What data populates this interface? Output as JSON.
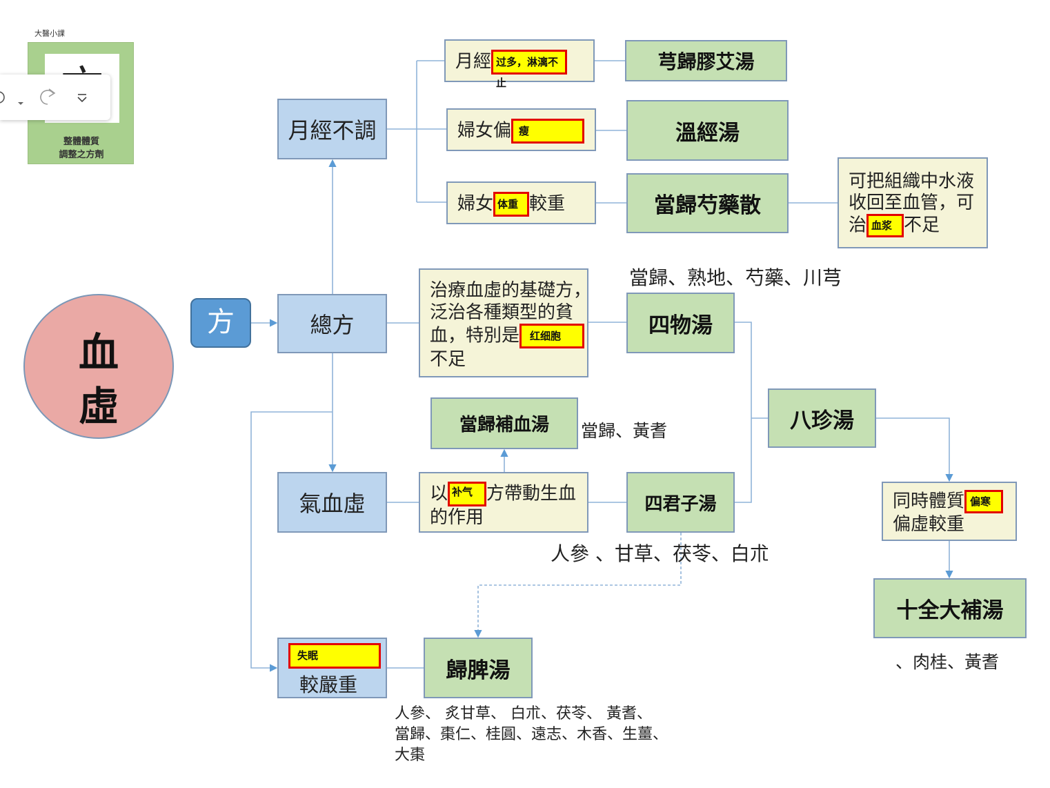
{
  "logo": {
    "brand": "大醫小課",
    "glyph": "方",
    "caption_line1": "整體體質",
    "caption_line2": "調整之方劑"
  },
  "toolbar": {
    "undo_icon": "undo-icon",
    "redo_icon": "redo-icon",
    "more_icon": "chevron-down-icon"
  },
  "main_circle": {
    "line1": "血",
    "line2": "虛"
  },
  "fang_label": "方",
  "nodes": {
    "yuejing_butiao": "月經不調",
    "zongfang": "總方",
    "qixuexu": "氣血虛",
    "insomnia_mark": "失眠",
    "insomnia_text": "較嚴重"
  },
  "conditions": {
    "c1_pre": "月經",
    "c1_mark": "过多，淋漓不止",
    "c2_pre": "婦女偏",
    "c2_mark": "瘦",
    "c3_pre": "婦女",
    "c3_mark": "体重",
    "c3_post": "較重"
  },
  "formulas": {
    "xiong_gui_jiao_ai": "芎歸膠艾湯",
    "wen_jing": "溫經湯",
    "dang_gui_shao_yao": "當歸芍藥散",
    "si_wu": "四物湯",
    "dang_gui_bu_xue": "當歸補血湯",
    "ba_zhen": "八珍湯",
    "si_jun_zi": "四君子湯",
    "shi_quan_da_bu": "十全大補湯",
    "gui_pi": "歸脾湯"
  },
  "desc_shuiye": {
    "line1": "可把組織中水液",
    "line2": "收回至血管，可",
    "line3_pre": "治",
    "line3_mark": "血浆",
    "line3_post": "不足"
  },
  "desc_siwu": {
    "line1": "治療血虛的基礎方，",
    "line2": "泛治各種類型的貧",
    "line3_pre": "血，特別是",
    "line3_mark": "红细胞",
    "line4": "不足"
  },
  "desc_buqi": {
    "pre": "以",
    "mark": "补气",
    "post": "方帶動生血",
    "line2": "的作用"
  },
  "desc_pianhan": {
    "pre": "同時體質",
    "mark": "偏寒",
    "line2": "偏虛較重"
  },
  "herbs": {
    "si_wu": "當歸、熟地、芍藥、川芎",
    "dang_gui_bu_xue": "當歸、黃耆",
    "si_jun_zi": "人參 、甘草、茯苓、白朮",
    "shi_quan": "、肉桂、黃耆",
    "gui_pi_line1": "人參、 炙甘草、 白朮、茯苓、 黃耆、",
    "gui_pi_line2": "當歸、棗仁、桂圓、遠志、木香、生薑、",
    "gui_pi_line3": "大棗"
  },
  "colors": {
    "blue_box": "#bcd5ee",
    "green_box": "#c5e0b3",
    "cream_box": "#f5f4d8",
    "circle": "#eaa9a5",
    "fang_button": "#5b9bd5",
    "connector": "#5b9bd5",
    "highlight": "#ffff00",
    "highlight_border": "#e30000"
  }
}
